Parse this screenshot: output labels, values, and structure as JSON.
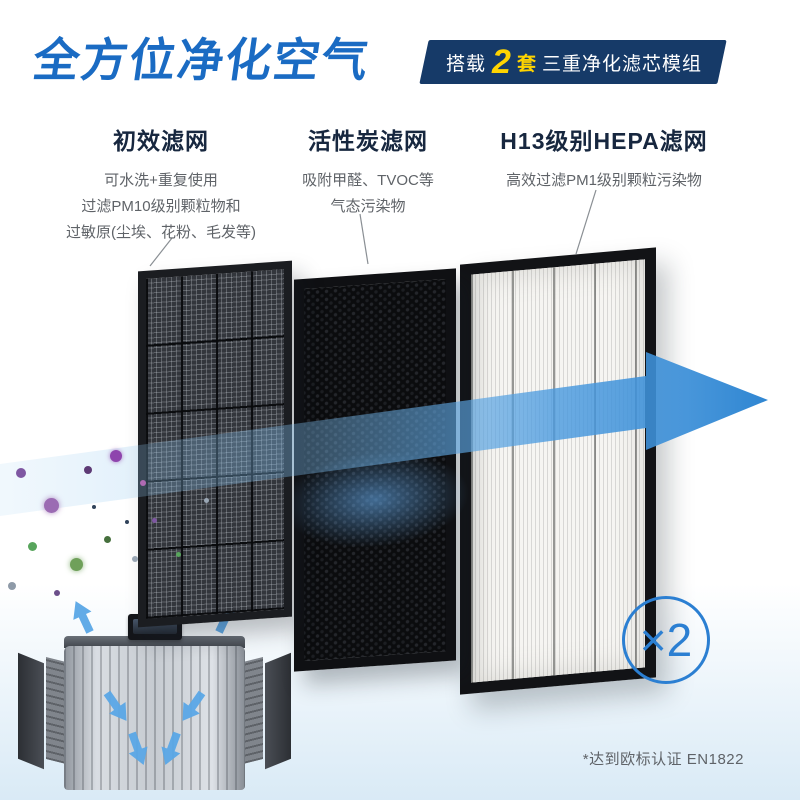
{
  "colors": {
    "title-blue": "#1a6bc3",
    "badge-navy": "#163a68",
    "accent-yellow": "#ffd400",
    "heading-navy": "#17273f",
    "body-gray": "#5f6368",
    "arrow-blue": "#2f86d2",
    "circle-blue": "#2b7fd2",
    "wash-blue": "#d9eaf6"
  },
  "header": {
    "title": "全方位净化空气",
    "badge": {
      "prefix": "搭载",
      "number": "2",
      "unit": "套",
      "suffix": "三重净化滤芯模组"
    }
  },
  "columns": [
    {
      "title": "初效滤网",
      "lines": [
        "可水洗+重复使用",
        "过滤PM10级别颗粒物和",
        "过敏原(尘埃、花粉、毛发等)"
      ]
    },
    {
      "title": "活性炭滤网",
      "lines": [
        "吸附甲醛、TVOC等",
        "气态污染物"
      ]
    },
    {
      "title": "H13级别HEPA滤网",
      "lines": [
        "高效过滤PM1级别颗粒污染物"
      ]
    }
  ],
  "multiplier": "×2",
  "footnote": "*达到欧标认证 EN1822"
}
